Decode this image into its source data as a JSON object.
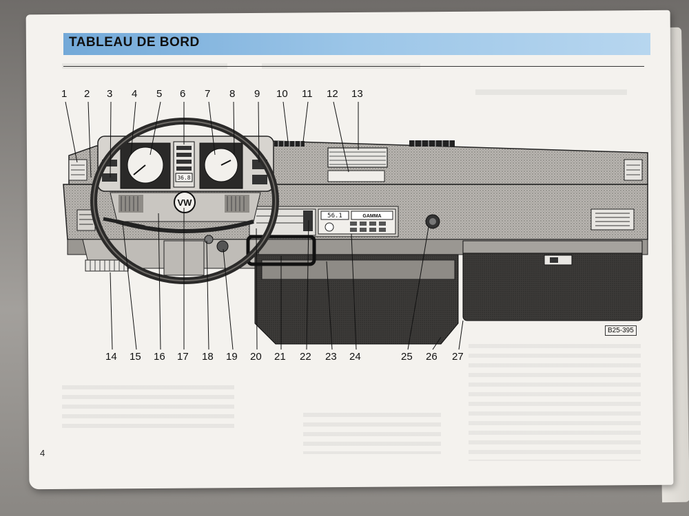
{
  "header": {
    "title": "TABLEAU DE BORD"
  },
  "figure": {
    "reference_code": "B25-395",
    "vw_logo_text": "VW",
    "radio_display": "56.1",
    "radio_brand": "GAMMA",
    "clock_digits": "36.8",
    "callouts_top": [
      "1",
      "2",
      "3",
      "4",
      "5",
      "6",
      "7",
      "8",
      "9",
      "10",
      "11",
      "12",
      "13"
    ],
    "callouts_bottom": [
      "14",
      "15",
      "16",
      "17",
      "18",
      "19",
      "20",
      "21",
      "22",
      "23",
      "24",
      "25",
      "26",
      "27"
    ]
  },
  "footer": {
    "page_number": "4"
  },
  "colors": {
    "title_bar": "#8dbbe3",
    "paper": "#f4f2ee",
    "ink": "#111111"
  }
}
